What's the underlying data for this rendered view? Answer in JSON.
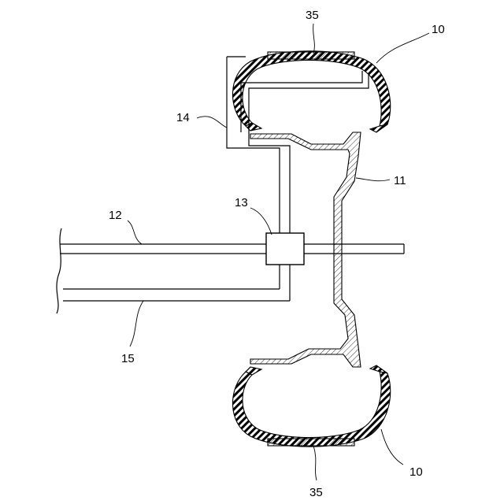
{
  "labels": {
    "tire": "10",
    "rim": "11",
    "axle": "12",
    "joint": "13",
    "upper_tube": "14",
    "lower_tube": "15",
    "sensor": "35"
  }
}
